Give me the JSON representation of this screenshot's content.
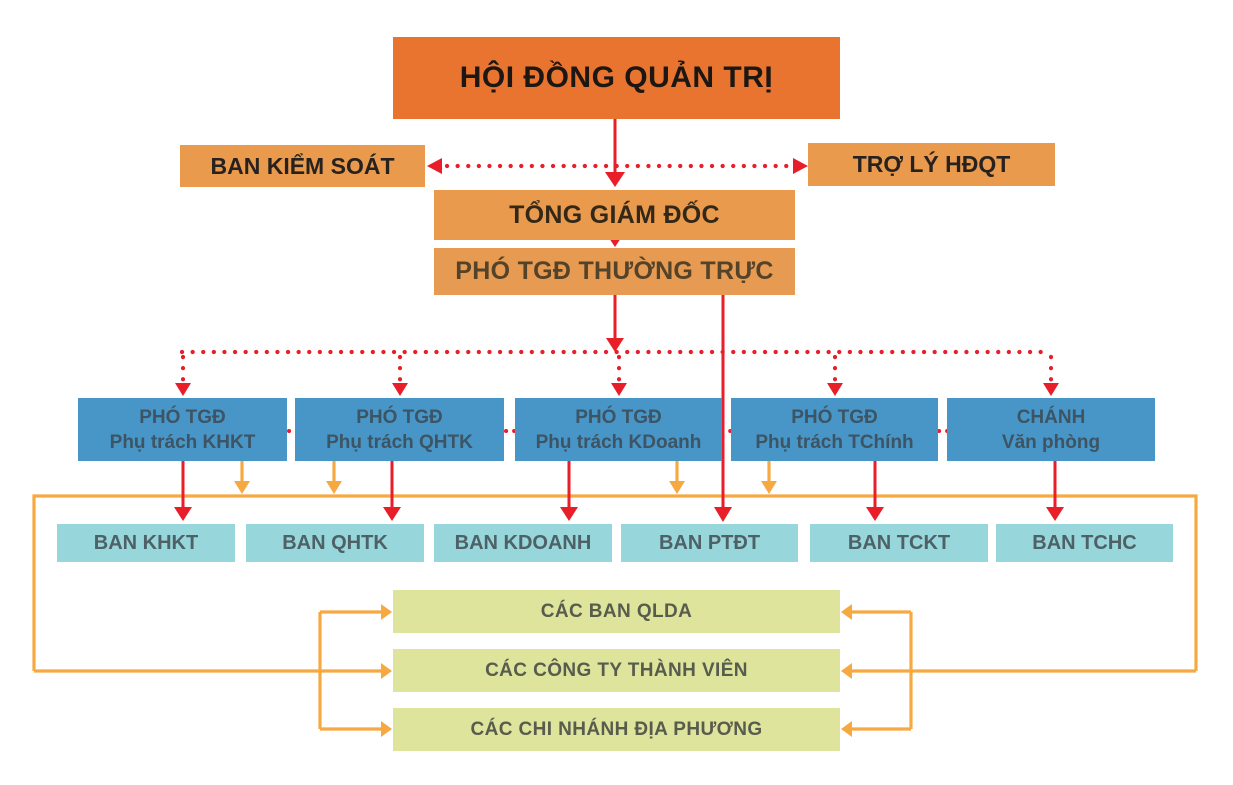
{
  "palette": {
    "box_orange_dark": "#E8742F",
    "box_orange": "#E99A4D",
    "box_blue": "#4896C8",
    "box_cyan": "#97D6DA",
    "box_green": "#DEE49B",
    "arrow_red": "#E81E28",
    "arrow_orange": "#F7A941"
  },
  "org": {
    "board": "HỘI ĐỒNG QUẢN TRỊ",
    "supervisory_board": "BAN KIỂM SOÁT",
    "board_assistant": "TRỢ LÝ HĐQT",
    "general_director": "TỔNG GIÁM ĐỐC",
    "standing_deputy": "PHÓ TGĐ THƯỜNG TRỰC",
    "deputies": [
      {
        "line1": "PHÓ TGĐ",
        "line2": "Phụ trách KHKT"
      },
      {
        "line1": "PHÓ TGĐ",
        "line2": "Phụ trách QHTK"
      },
      {
        "line1": "PHÓ TGĐ",
        "line2": "Phụ trách KDoanh"
      },
      {
        "line1": "PHÓ TGĐ",
        "line2": "Phụ trách TChính"
      },
      {
        "line1": "CHÁNH",
        "line2": "Văn phòng"
      }
    ],
    "departments": [
      "BAN KHKT",
      "BAN QHTK",
      "BAN KDOANH",
      "BAN PTĐT",
      "BAN TCKT",
      "BAN TCHC"
    ],
    "affiliates": [
      "CÁC BAN QLDA",
      "CÁC CÔNG TY THÀNH VIÊN",
      "CÁC CHI NHÁNH ĐỊA PHƯƠNG"
    ]
  }
}
